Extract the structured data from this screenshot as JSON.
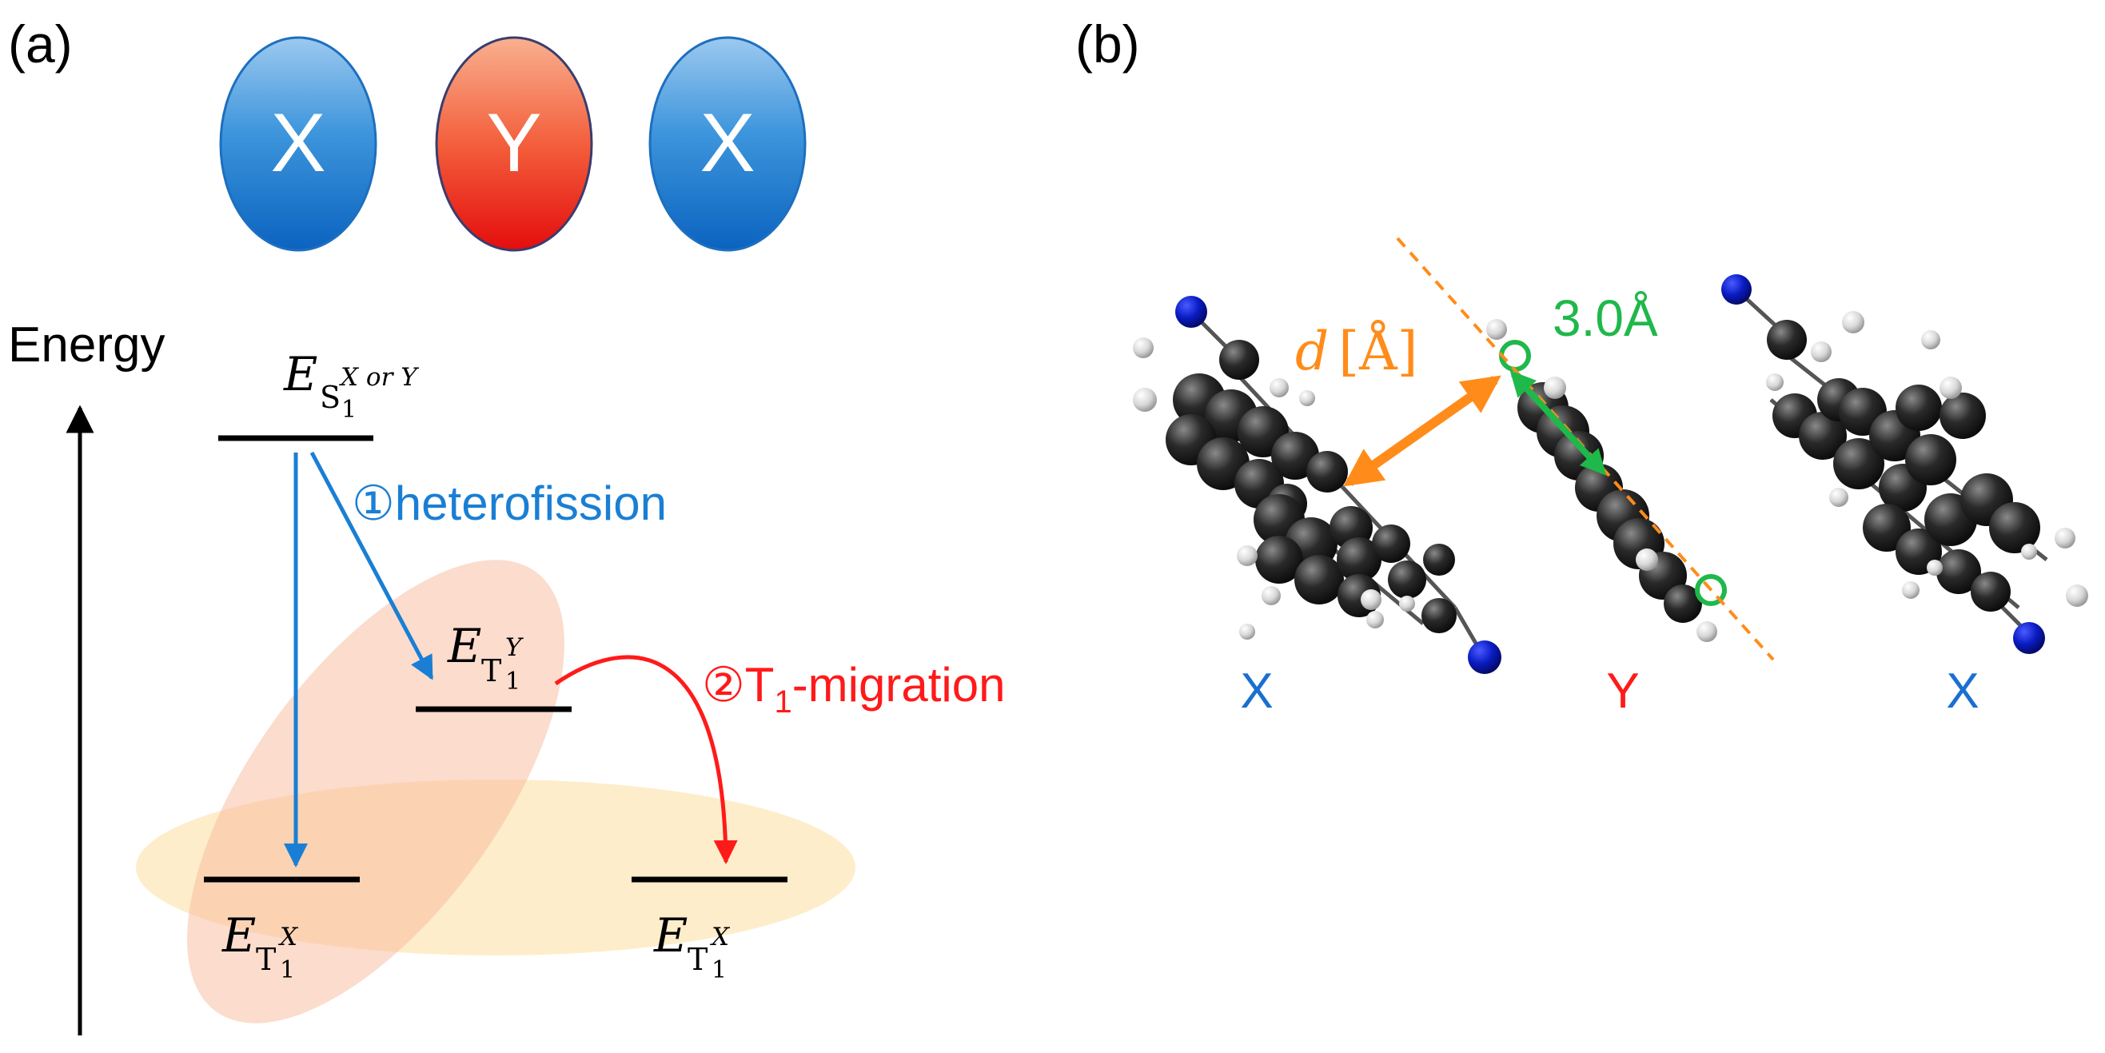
{
  "panels": {
    "a": {
      "label": "(a)"
    },
    "b": {
      "label": "(b)"
    }
  },
  "molecules_top": [
    {
      "letter": "X",
      "color": "#1a7fd4"
    },
    {
      "letter": "Y",
      "color": "#f0502a"
    },
    {
      "letter": "X",
      "color": "#1a7fd4"
    }
  ],
  "energy_axis": {
    "label": "Energy"
  },
  "levels": {
    "singlet": {
      "base": "E",
      "sub": "S",
      "sub_num": "1",
      "sup": "X or Y"
    },
    "triplet_y": {
      "base": "E",
      "sub": "T",
      "sub_num": "1",
      "sup": "Y"
    },
    "triplet_x_left": {
      "base": "E",
      "sub": "T",
      "sub_num": "1",
      "sup": "X"
    },
    "triplet_x_right": {
      "base": "E",
      "sub": "T",
      "sub_num": "1",
      "sup": "X"
    }
  },
  "processes": {
    "heterofission": {
      "number": "①",
      "text": "heterofission",
      "color": "#1a7fd4"
    },
    "migration": {
      "number": "②",
      "prefix": "T",
      "sub": "1",
      "suffix": "-migration",
      "color": "#ff1a1a"
    }
  },
  "panel_b": {
    "distance_label_var": "d",
    "distance_label_unit": "[Å]",
    "distance_color": "#ff8c1a",
    "spacing_label": "3.0Å",
    "spacing_color": "#1fb84a",
    "molecule_labels": [
      {
        "text": "X",
        "color": "#1a6fd0"
      },
      {
        "text": "Y",
        "color": "#ff1a1a"
      },
      {
        "text": "X",
        "color": "#1a6fd0"
      }
    ]
  }
}
